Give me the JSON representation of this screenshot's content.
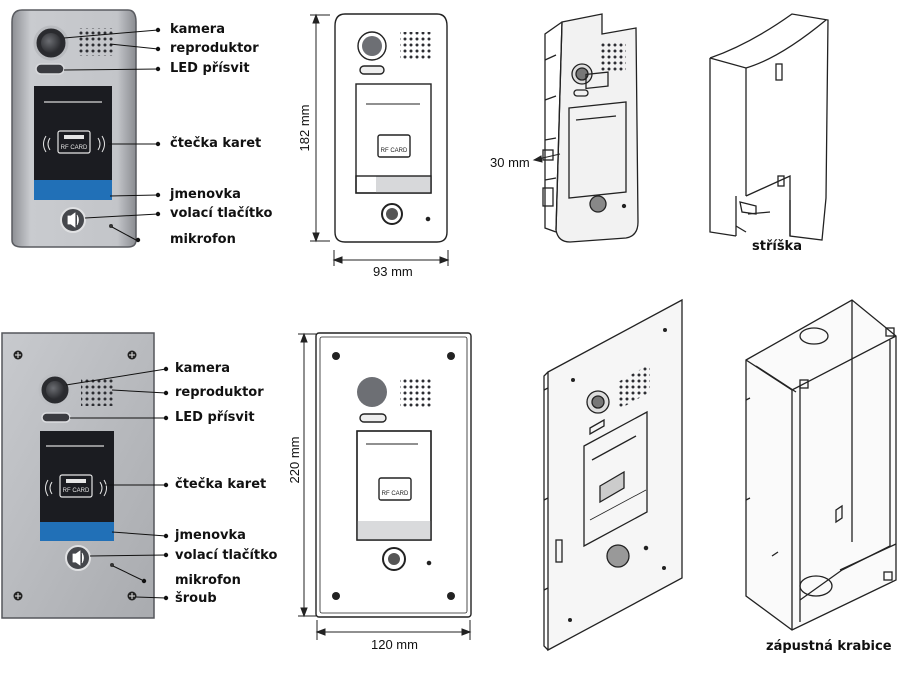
{
  "colors": {
    "panel_silver": "#b4b6ba",
    "panel_edge": "#6e7076",
    "reader_dark": "#1c1d22",
    "name_tag_blue": "#1f6fb8",
    "camera_dark": "#3b3d42"
  },
  "panel_top": {
    "labels": {
      "camera": "kamera",
      "speaker": "reproduktor",
      "led": "LED přísvit",
      "card_reader": "čtečka karet",
      "name_tag": "jmenovka",
      "call_button": "volací tlačítko",
      "microphone": "mikrofon"
    },
    "card_text": "RF CARD",
    "height": "182 mm",
    "width": "93 mm",
    "depth": "30 mm",
    "accessory": "stříška"
  },
  "panel_bottom": {
    "labels": {
      "camera": "kamera",
      "speaker": "reproduktor",
      "led": "LED přísvit",
      "card_reader": "čtečka karet",
      "name_tag": "jmenovka",
      "call_button": "volací tlačítko",
      "microphone": "mikrofon",
      "screw": "šroub"
    },
    "card_text": "RF CARD",
    "height": "220 mm",
    "width": "120 mm",
    "accessory": "zápustná krabice"
  }
}
